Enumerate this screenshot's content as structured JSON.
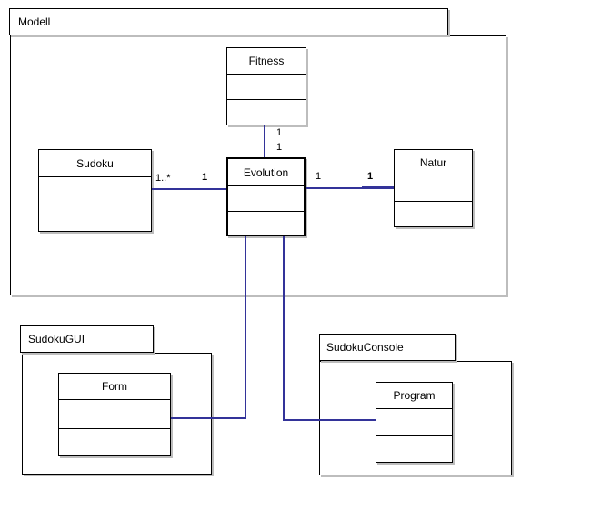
{
  "diagram_type": "uml-class-diagram",
  "packages": {
    "modell": {
      "label": "Modell"
    },
    "sudokugui": {
      "label": "SudokuGUI"
    },
    "sudokuconsole": {
      "label": "SudokuConsole"
    }
  },
  "classes": {
    "fitness": {
      "name": "Fitness"
    },
    "sudoku": {
      "name": "Sudoku"
    },
    "evolution": {
      "name": "Evolution"
    },
    "natur": {
      "name": "Natur"
    },
    "form": {
      "name": "Form"
    },
    "program": {
      "name": "Program"
    }
  },
  "associations": {
    "sudoku_evolution": {
      "from": "Sudoku",
      "to": "Evolution",
      "end_sudoku": "1..*",
      "end_evolution": "1"
    },
    "fitness_evolution": {
      "from": "Fitness",
      "to": "Evolution",
      "end_fitness": "1",
      "end_evolution": "1"
    },
    "evolution_natur": {
      "from": "Evolution",
      "to": "Natur",
      "end_evolution": "1",
      "end_natur": "1"
    },
    "evolution_form": {
      "from": "Evolution",
      "to": "Form"
    },
    "evolution_program": {
      "from": "Evolution",
      "to": "Program"
    }
  },
  "colors": {
    "association_line": "#333399",
    "box_border": "#000000",
    "box_shadow": "#bdbdbd",
    "background": "#ffffff"
  }
}
